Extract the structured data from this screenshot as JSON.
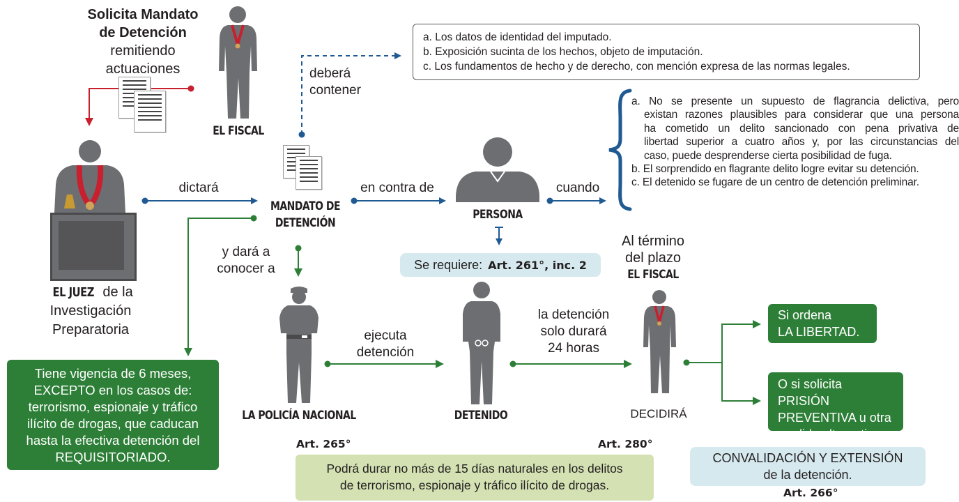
{
  "fiscal_request": {
    "line1": "Solicita Mandato",
    "line2": "de Detención",
    "line3": "remitiendo",
    "line4": "actuaciones"
  },
  "fiscal_label": "EL FISCAL",
  "juez": {
    "bold": "EL JUEZ",
    "rest1": " de la",
    "rest2": "Investigación",
    "rest3": "Preparatoria"
  },
  "mandato": {
    "line1": "MANDATO DE",
    "line2": "DETENCIÓN"
  },
  "edges": {
    "dictara": "dictará",
    "debera1": "deberá",
    "debera2": "contener",
    "en_contra": "en contra de",
    "cuando": "cuando",
    "dara1": "y dará a",
    "dara2": "conocer a",
    "ejecuta1": "ejecuta",
    "ejecuta2": "detención",
    "durara1": "la detención",
    "durara2": "solo durará",
    "durara3": "24 horas"
  },
  "contenido": [
    "a. Los datos de identidad del imputado.",
    "b. Exposición sucinta de los hechos, objeto de imputación.",
    "c. Los fundamentos de hecho y de derecho, con mención expresa de las normas legales."
  ],
  "persona_label": "PERSONA",
  "cuando_list": {
    "a1": "a. No se presente un supuesto de flagrancia delictiva, pero",
    "a2": "existan razones plausibles para considerar que una persona",
    "a3": "ha cometido un delito sancionado con pena privativa de",
    "a4": "libertad superior a cuatro años y, por las circunstancias del",
    "a5": "caso, puede desprenderse cierta posibilidad de fuga.",
    "b": "b. El sorprendido en flagrante delito logre evitar su detención.",
    "c": "c. El detenido se fugare de un centro de detención preliminar."
  },
  "requiere": {
    "text": "Se requiere:",
    "art": "Art. 261°, inc. 2"
  },
  "termino": {
    "line1": "Al término",
    "line2": "del plazo",
    "line3": "EL FISCAL"
  },
  "policia_label": "LA POLICÍA NACIONAL",
  "detenido_label": "DETENIDO",
  "decidira_label": "DECIDIRÁ",
  "libertad": {
    "line1": "Si ordena",
    "line2": "LA LIBERTAD."
  },
  "prision": {
    "line1": "O si solicita PRISIÓN",
    "line2": "PREVENTIVA u otra",
    "line3": "medida alternativa."
  },
  "vigencia": [
    "Tiene vigencia de 6 meses,",
    "EXCEPTO en los casos de:",
    "terrorismo, espionaje y tráfico",
    "ilícito de drogas, que caducan",
    "hasta la efectiva detención del",
    "REQUISITORIADO."
  ],
  "art265": "Art. 265°",
  "art280": "Art. 280°",
  "quince": {
    "line1": "Podrá durar no más de 15 días naturales en los delitos",
    "line2": "de terrorismo, espionaje y tráfico ilícito de drogas."
  },
  "convalidacion": {
    "line1": "CONVALIDACIÓN Y EXTENSIÓN",
    "line2": "de la detención."
  },
  "art266": "Art. 266°",
  "colors": {
    "red": "#c8202f",
    "blue": "#1f5a93",
    "green": "#2d7f37",
    "figure": "#6d6e71"
  }
}
